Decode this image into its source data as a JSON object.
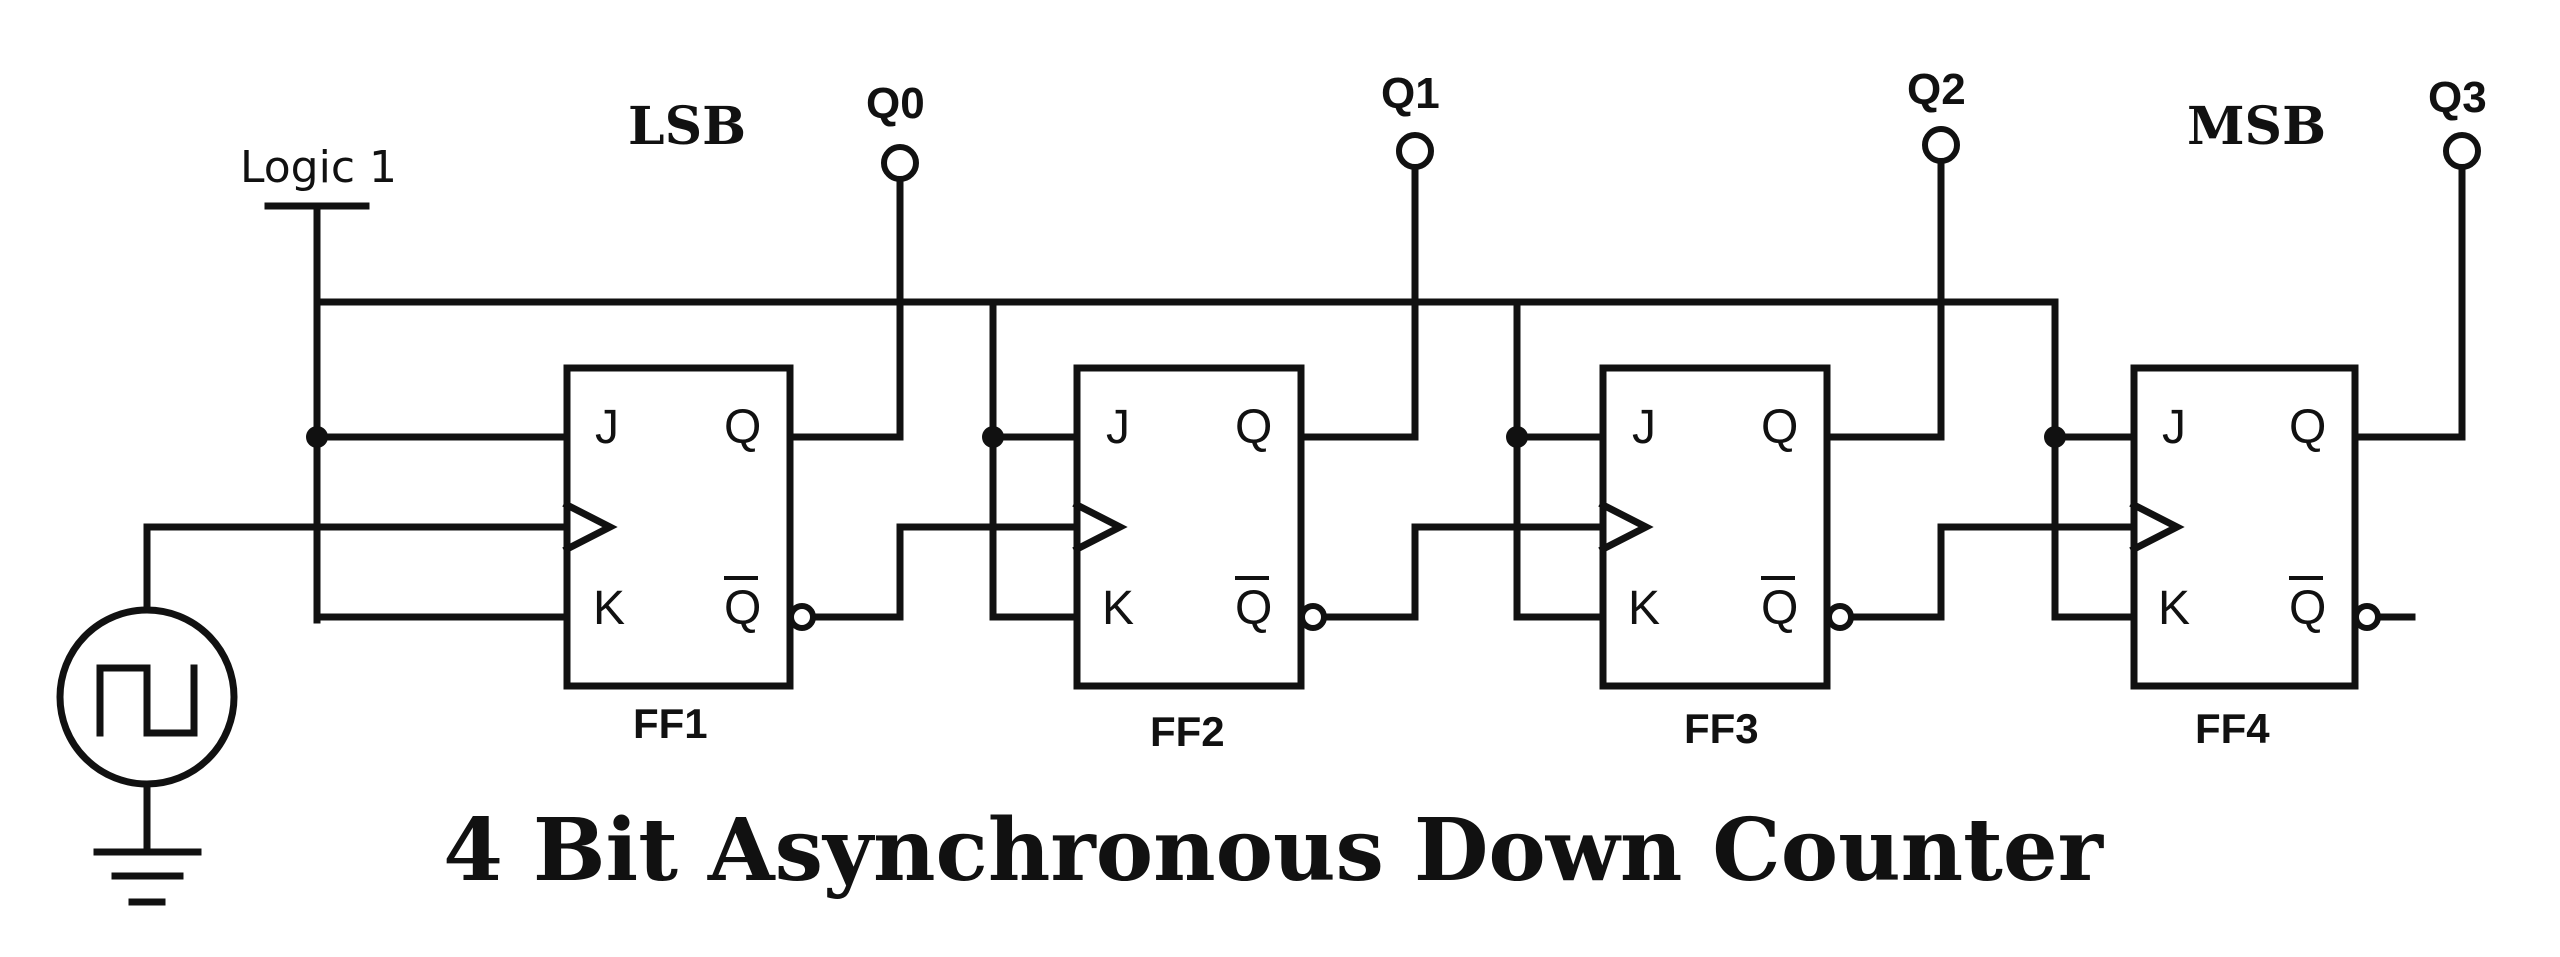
{
  "diagram": {
    "title": "4 Bit Asynchronous Down Counter",
    "logic_label": "Logic 1",
    "lsb_label": "LSB",
    "msb_label": "MSB",
    "pin_labels": {
      "j": "J",
      "k": "K",
      "q": "Q",
      "qbar": "Q"
    },
    "flip_flops": [
      {
        "name": "FF1",
        "output": "Q0"
      },
      {
        "name": "FF2",
        "output": "Q1"
      },
      {
        "name": "FF3",
        "output": "Q2"
      },
      {
        "name": "FF4",
        "output": "Q3"
      }
    ]
  }
}
